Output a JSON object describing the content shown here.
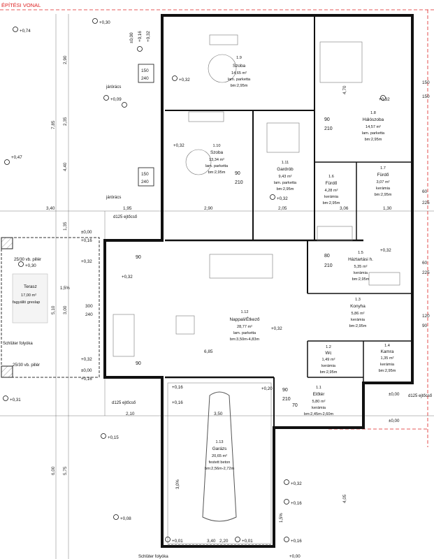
{
  "header": {
    "boundary_label": "ÉPÍTÉSI VONAL"
  },
  "colors": {
    "wall": "#111111",
    "boundary": "#dd2222",
    "furniture": "#777777",
    "dimension": "#333333"
  },
  "rooms": [
    {
      "id": "szoba1",
      "number": "1.9",
      "name": "Szoba",
      "area": "14,65 m²",
      "floor": "lam. parketta",
      "height": "bm:2,95m"
    },
    {
      "id": "szoba2",
      "number": "1.10",
      "name": "Szoba",
      "area": "13,34 m²",
      "floor": "lam. parketta",
      "height": "bm:2,95m"
    },
    {
      "id": "gardrob",
      "number": "1.11",
      "name": "Gardrób",
      "area": "9,43 m²",
      "floor": "lam. parketta",
      "height": "bm:2,95m"
    },
    {
      "id": "furdo1",
      "number": "1.6",
      "name": "Fürdő",
      "area": "4,28 m²",
      "floor": "kerámia",
      "height": "bm:2,95m"
    },
    {
      "id": "haloszoba",
      "number": "1.8",
      "name": "Hálószoba",
      "area": "14,57 m²",
      "floor": "lam. parketta",
      "height": "bm:2,95m"
    },
    {
      "id": "furdo2",
      "number": "1.7",
      "name": "Fürdő",
      "area": "3,07 m²",
      "floor": "kerámia",
      "height": "bm:2,95m"
    },
    {
      "id": "haztartasi",
      "number": "1.5",
      "name": "Háztartási h.",
      "area": "5,35 m²",
      "floor": "kerámia",
      "height": "bm:2,95m"
    },
    {
      "id": "konyha",
      "number": "1.3",
      "name": "Konyha",
      "area": "5,86 m²",
      "floor": "kerámia",
      "height": "bm:2,95m"
    },
    {
      "id": "nappali",
      "number": "1.12",
      "name": "Nappali/Étkező",
      "area": "28,77 m²",
      "floor": "lam. parketta",
      "height": "bm:3,50m-4,83m"
    },
    {
      "id": "wc",
      "number": "1.2",
      "name": "Wc",
      "area": "1,49 m²",
      "floor": "kerámia",
      "height": "bm:2,95m"
    },
    {
      "id": "kamra",
      "number": "1.4",
      "name": "Kamra",
      "area": "1,35 m²",
      "floor": "kerámia",
      "height": "bm:2,95m"
    },
    {
      "id": "eloter",
      "number": "1.1",
      "name": "Előtér",
      "area": "5,80 m²",
      "floor": "kerámia",
      "height": "bm:2,45m-2,60m"
    },
    {
      "id": "garazs",
      "number": "1.13",
      "name": "Garázs",
      "area": "20,65 m²",
      "floor": "festett beton",
      "height": "bm:2,56m-2,72m"
    }
  ],
  "terrace": {
    "name": "Terasz",
    "area": "17,00 m²",
    "floor": "fagyálló greslap",
    "pillar_label": "25/30 vb. pillér",
    "gutter_label": "Schlüter folyóka",
    "slope": "1,5%"
  },
  "garage_extras": {
    "slope": "3,0%",
    "slope_outside": "1,5%",
    "gutter": "Schlüter folyóka"
  },
  "notes": {
    "grate": "járórács",
    "vent": "d125 ejtőcső"
  },
  "levels": [
    "+0,74",
    "+0,30",
    "±0,00",
    "+0,16",
    "+0,32",
    "+0,09",
    "+0,47",
    "+0,15",
    "+0,08",
    "+0,31",
    "+0,00",
    "+0,01",
    "+0,20",
    "±0,00"
  ],
  "dimensions": {
    "left_chain": [
      "2,90",
      "2,35",
      "4,40",
      "7,85",
      "3,40",
      "1,35",
      "5,10",
      "3,00",
      "6,00",
      "5,75"
    ],
    "top_row": [
      "3,40",
      "1,95",
      "2,90",
      "2,05",
      "3,06",
      "1,30"
    ],
    "windows": [
      "150",
      "240",
      "300",
      "60",
      "225",
      "120",
      "90"
    ],
    "doors": [
      "90",
      "210",
      "80",
      "70"
    ],
    "interior": [
      "4,70",
      "6,85",
      "3,50",
      "2,10",
      "4,05",
      "3,40",
      "2,20"
    ]
  }
}
